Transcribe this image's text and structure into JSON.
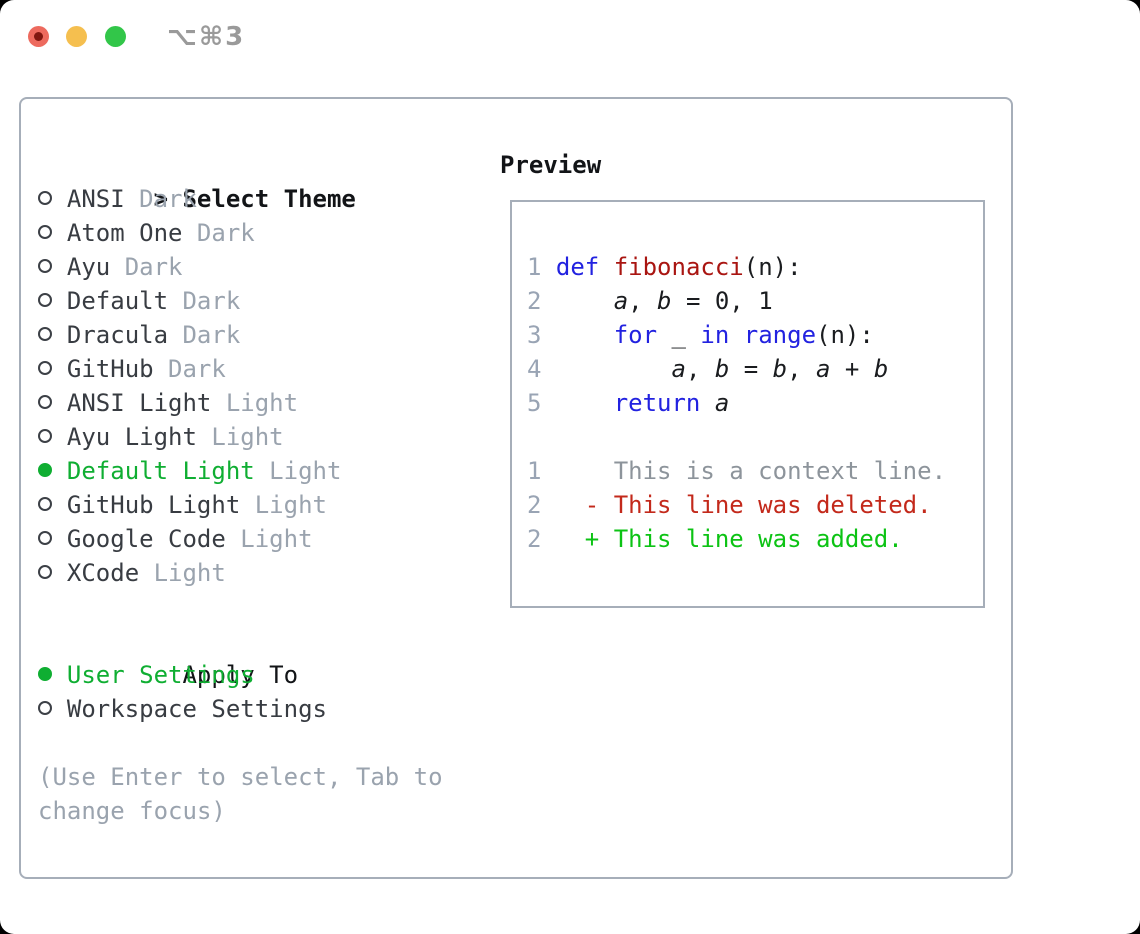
{
  "colors": {
    "text": "#121417",
    "item_text": "#383c42",
    "muted": "#9aa3ae",
    "linenum": "#99a4b4",
    "keyword": "#2222e0",
    "function": "#a91511",
    "code_text": "#1a1c1f",
    "context": "#8d949b",
    "deleted": "#c3291b",
    "added": "#0cc314",
    "selected": "#0fae32",
    "border": "#a6aeb9",
    "shortcut": "#9a9a9a",
    "traffic_red": "#ed6a5e",
    "traffic_red_dot": "#801710",
    "traffic_yellow": "#f5bf4f",
    "traffic_green": "#32c649"
  },
  "titlebar": {
    "shortcut_label": "⌥⌘3",
    "buttons": [
      {
        "icon": "traffic-light-close"
      },
      {
        "icon": "traffic-light-minimize"
      },
      {
        "icon": "traffic-light-zoom"
      }
    ]
  },
  "theme_picker": {
    "header": {
      "marker": ">",
      "label": "Select Theme"
    },
    "icons": {
      "unselected": "radio-circle-outline",
      "selected": "radio-circle-filled"
    },
    "themes": [
      {
        "name": "ANSI",
        "badge": "Dark",
        "selected": false
      },
      {
        "name": "Atom One",
        "badge": "Dark",
        "selected": false
      },
      {
        "name": "Ayu",
        "badge": "Dark",
        "selected": false
      },
      {
        "name": "Default",
        "badge": "Dark",
        "selected": false
      },
      {
        "name": "Dracula",
        "badge": "Dark",
        "selected": false
      },
      {
        "name": "GitHub",
        "badge": "Dark",
        "selected": false
      },
      {
        "name": "ANSI Light",
        "badge": "Light",
        "selected": false
      },
      {
        "name": "Ayu Light",
        "badge": "Light",
        "selected": false
      },
      {
        "name": "Default Light",
        "badge": "Light",
        "selected": true
      },
      {
        "name": "GitHub Light",
        "badge": "Light",
        "selected": false
      },
      {
        "name": "Google Code",
        "badge": "Light",
        "selected": false
      },
      {
        "name": "XCode",
        "badge": "Light",
        "selected": false
      }
    ],
    "apply_to": {
      "label": "Apply To",
      "options": [
        {
          "name": "User Settings",
          "selected": true
        },
        {
          "name": "Workspace Settings",
          "selected": false
        }
      ]
    },
    "hint": "(Use Enter to select, Tab to change focus)"
  },
  "preview": {
    "label": "Preview",
    "code_lines": [
      {
        "num": "1",
        "segments": [
          {
            "text": "def",
            "role": "keyword"
          },
          {
            "text": " ",
            "role": "plain"
          },
          {
            "text": "fibonacci",
            "role": "function"
          },
          {
            "text": "(n):",
            "role": "plain"
          }
        ]
      },
      {
        "num": "2",
        "segments": [
          {
            "text": "    ",
            "role": "plain"
          },
          {
            "text": "a",
            "role": "variable"
          },
          {
            "text": ", ",
            "role": "plain"
          },
          {
            "text": "b",
            "role": "variable"
          },
          {
            "text": " = 0, 1",
            "role": "plain"
          }
        ]
      },
      {
        "num": "3",
        "segments": [
          {
            "text": "    ",
            "role": "plain"
          },
          {
            "text": "for",
            "role": "keyword"
          },
          {
            "text": " _ ",
            "role": "plain"
          },
          {
            "text": "in",
            "role": "keyword"
          },
          {
            "text": " ",
            "role": "plain"
          },
          {
            "text": "range",
            "role": "keyword"
          },
          {
            "text": "(n):",
            "role": "plain"
          }
        ]
      },
      {
        "num": "4",
        "segments": [
          {
            "text": "        ",
            "role": "plain"
          },
          {
            "text": "a",
            "role": "variable"
          },
          {
            "text": ", ",
            "role": "plain"
          },
          {
            "text": "b",
            "role": "variable"
          },
          {
            "text": " = ",
            "role": "plain"
          },
          {
            "text": "b",
            "role": "variable"
          },
          {
            "text": ", ",
            "role": "plain"
          },
          {
            "text": "a",
            "role": "variable"
          },
          {
            "text": " + ",
            "role": "plain"
          },
          {
            "text": "b",
            "role": "variable"
          }
        ]
      },
      {
        "num": "5",
        "segments": [
          {
            "text": "    ",
            "role": "plain"
          },
          {
            "text": "return",
            "role": "keyword"
          },
          {
            "text": " ",
            "role": "plain"
          },
          {
            "text": "a",
            "role": "variable"
          }
        ]
      },
      {
        "num": "",
        "segments": []
      },
      {
        "num": "1",
        "segments": [
          {
            "text": "    This is a context line.",
            "role": "context"
          }
        ]
      },
      {
        "num": "2",
        "segments": [
          {
            "text": "  - This line was deleted.",
            "role": "deleted"
          }
        ]
      },
      {
        "num": "2",
        "segments": [
          {
            "text": "  + This line was added.",
            "role": "added"
          }
        ]
      }
    ]
  }
}
